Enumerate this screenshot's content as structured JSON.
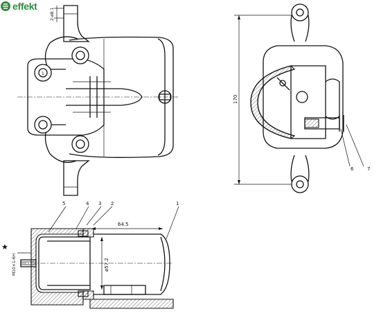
{
  "brand": {
    "name": "effekt",
    "color": "#2e8b3a"
  },
  "top_view": {
    "dim_bleed_hole": "2-ø8.1",
    "mark_part": "1"
  },
  "side_view": {
    "dim_height": "170",
    "callouts": [
      "6",
      "7"
    ]
  },
  "section_view": {
    "callouts": [
      "5",
      "4",
      "3",
      "2",
      "1"
    ],
    "dim_length": "64.5",
    "dim_piston": "ø57.2",
    "thread_label": "M10×1-6H",
    "star_symbol": "★"
  }
}
